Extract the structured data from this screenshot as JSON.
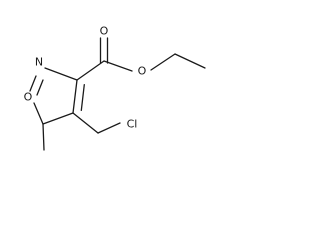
{
  "molecule": {
    "atoms": {
      "ring_nitrogen": "N",
      "ring_oxygen": "O",
      "carbonyl_oxygen": "O",
      "ester_oxygen": "O",
      "chlorine": "Cl"
    },
    "colors": {
      "bond": "#1a1a1a",
      "label": "#1a1a1a",
      "background": "#ffffff"
    }
  }
}
